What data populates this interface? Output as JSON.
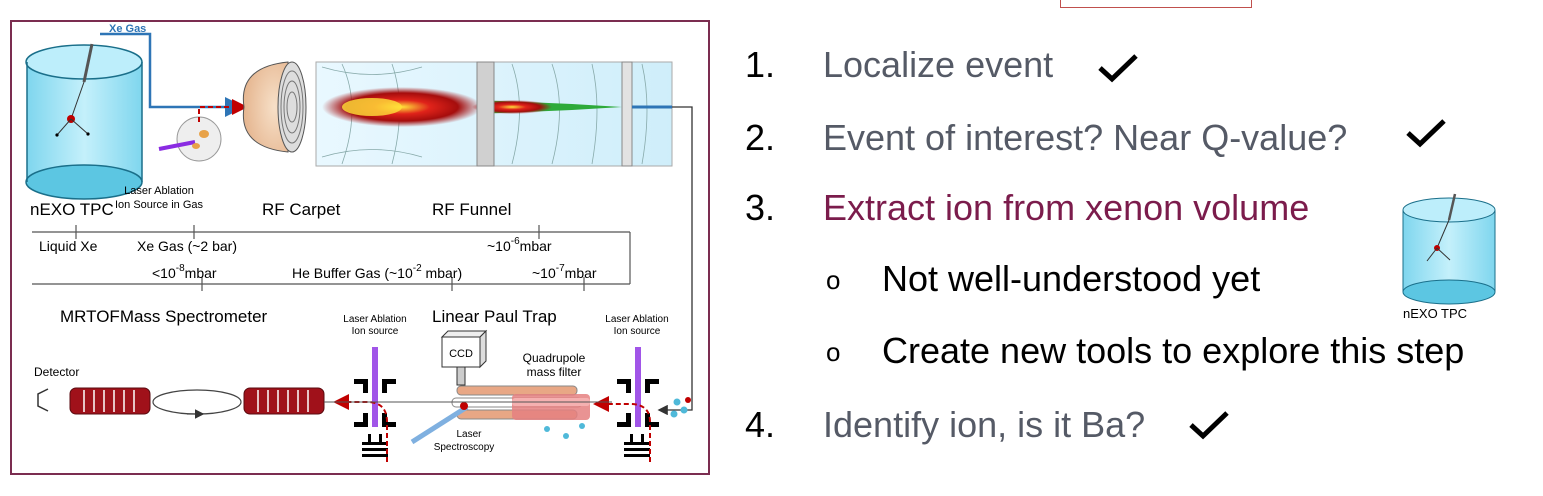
{
  "figure": {
    "xe_gas": "Xe Gas",
    "nexo_tpc": "nEXO TPC",
    "laser_ablation_gas_1": "Laser Ablation",
    "laser_ablation_gas_2": "Ion Source in Gas",
    "rf_carpet": "RF Carpet",
    "rf_funnel": "RF Funnel",
    "liquid_xe": "Liquid Xe",
    "xe_gas_pressure": "Xe Gas (~2 bar)",
    "funnel_pressure_base": "~10",
    "funnel_pressure_exp": "-6",
    "funnel_pressure_unit": "mbar",
    "mrtof_pressure_base": "<10",
    "mrtof_pressure_exp": "-8",
    "mrtof_pressure_unit": "mbar",
    "he_buffer_base": "He Buffer Gas (~10",
    "he_buffer_exp": "-2",
    "he_buffer_unit": " mbar)",
    "trap_pressure_base": "~10",
    "trap_pressure_exp": "-7",
    "trap_pressure_unit": "mbar",
    "mrtof": "MRTOFMass Spectrometer",
    "laser_ablation_1": "Laser Ablation",
    "laser_ablation_2": "Ion source",
    "linear_paul_trap": "Linear Paul Trap",
    "laser_ablation_right_1": "Laser Ablation",
    "laser_ablation_right_2": "Ion source",
    "detector": "Detector",
    "ccd": "CCD",
    "quadrupole_1": "Quadrupole",
    "quadrupole_2": "mass filter",
    "laser_spec_1": "Laser",
    "laser_spec_2": "Spectroscopy"
  },
  "steps": [
    {
      "num": "1.",
      "text": "Localize event",
      "color": "#555a66",
      "done": true
    },
    {
      "num": "2.",
      "text": "Event of interest? Near Q-value?",
      "color": "#555a66",
      "done": true
    },
    {
      "num": "3.",
      "text": "Extract ion from xenon volume",
      "color": "#7b1c4c",
      "done": false
    },
    {
      "num": "4.",
      "text": "Identify ion, is it Ba?",
      "color": "#555a66",
      "done": true
    }
  ],
  "sub_items": [
    {
      "bullet": "o",
      "text": "Not well-understood yet"
    },
    {
      "bullet": "o",
      "text": "Create new tools to explore this step"
    }
  ],
  "inset_caption": "nEXO TPC",
  "colors": {
    "accent": "#7b1c4c",
    "panel_border": "#7b2d50",
    "gray_text": "#555a66",
    "cyan": "#9fe0f0"
  }
}
